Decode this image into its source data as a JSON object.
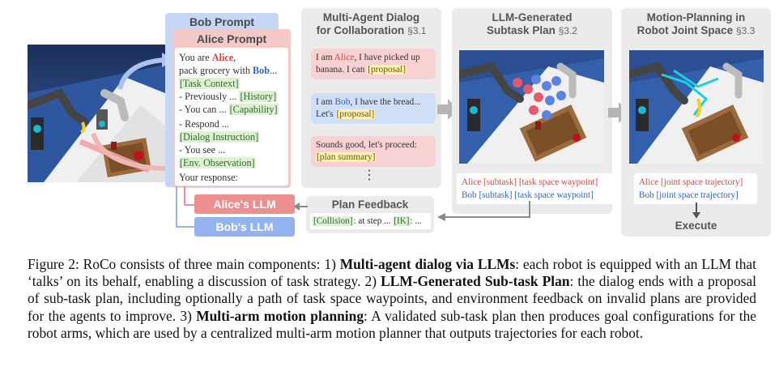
{
  "bob_prompt": {
    "title": "Bob Prompt"
  },
  "alice_prompt": {
    "title": "Alice Prompt",
    "line1_pre": "You are ",
    "line1_name": "Alice",
    "line1_post": ",",
    "line2_pre": "pack grocery with ",
    "line2_name": "Bob",
    "line2_post": "...",
    "task_context": "[Task Context]",
    "prev_pre": "- Previously ... ",
    "history": "[History]",
    "can_pre": "- You can ... ",
    "capability": "[Capability]",
    "respond": "- Respond ...",
    "dialog_instruction": "[Dialog Instruction]",
    "see": "- You see ...",
    "env_observation": "[Env. Observation]",
    "response": "Your response:"
  },
  "dialog_panel": {
    "title_line1": "Multi-Agent Dialog",
    "title_line2": "for Collaboration",
    "section": "§3.1",
    "msg1_pre": "I am ",
    "msg1_name": "Alice",
    "msg1_post": ", I have picked up",
    "msg1_line2": "banana. I can ",
    "msg1_tag": "[proposal]",
    "msg2_pre": "I am ",
    "msg2_name": "Bob",
    "msg2_post": ", I have the bread...",
    "msg2_line2": "Let's ",
    "msg2_tag": "[proposal]",
    "msg3_line1": "Sounds good, let's proceed:",
    "msg3_tag": "[plan summary]",
    "ellipsis": "⋮"
  },
  "subtask_panel": {
    "title_line1": "LLM-Generated",
    "title_line2": "Subtask Plan",
    "section": "§3.2",
    "alice_line": "Alice [subtask] [task space waypoint]",
    "bob_name": "Bob",
    "bob_line": "[subtask] [task space waypoint]"
  },
  "motion_panel": {
    "title_line1": "Motion-Planning in",
    "title_line2": "Robot Joint Space",
    "section": "§3.3",
    "alice_line": "Alice [joint space trajectory]",
    "bob_line": "Bob  [joint space trajectory]",
    "execute": "Execute"
  },
  "feedback_panel": {
    "title": "Plan Feedback",
    "collision_tag": "[Collision]",
    "mid": ": at step ... ",
    "ik_tag": "[IK]",
    "end": ": ..."
  },
  "llm_buttons": {
    "alice": "Alice's LLM",
    "bob": "Bob's LLM"
  },
  "colors": {
    "alice": "#d64545",
    "bob": "#2f63c9",
    "alice_llm_bg": "#ee8f8f",
    "bob_llm_bg": "#93b4ef",
    "panel_bg": "#ebebeb"
  },
  "caption": {
    "fig": "Figure 2: ",
    "t1": "RoCo consists of three main components: 1) ",
    "b1": "Multi-agent dialog via LLMs",
    "t2": ": each robot is equipped with an LLM that ‘talks’ on its behalf, enabling a discussion of task strategy. 2) ",
    "b2": "LLM-Generated Sub-task Plan",
    "t3": ": the dialog ends with a proposal of sub-task plan, including optionally a path of task space waypoints, and environment feedback on invalid plans are provided for the agents to improve. 3) ",
    "b3": "Multi-arm motion planning",
    "t4": ": A validated sub-task plan then produces goal configurations for the robot arms, which are used by a centralized multi-arm motion planner that outputs trajectories for each robot."
  }
}
